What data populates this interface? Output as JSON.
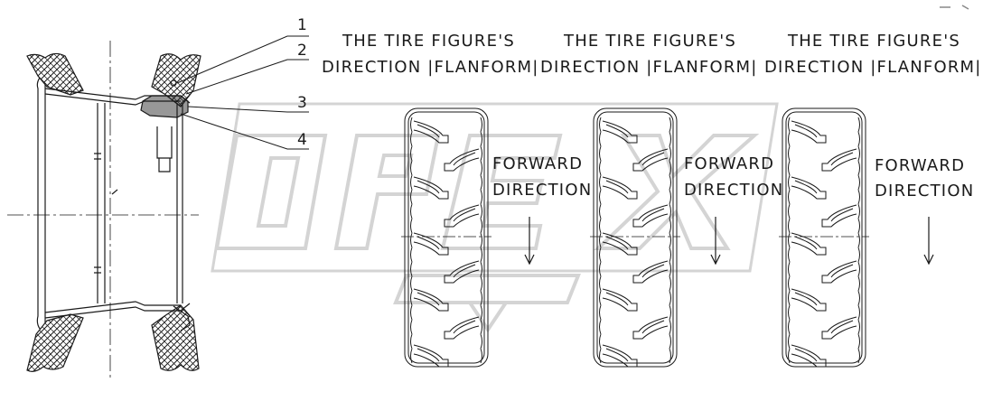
{
  "callouts": [
    "1",
    "2",
    "3",
    "4"
  ],
  "tires": [
    {
      "caption_line1": "THE TIRE FIGURE'S",
      "caption_line2": "DIRECTION |FLANFORM|",
      "forward_line1": "FORWARD",
      "forward_line2": "DIRECTION"
    },
    {
      "caption_line1": "THE TIRE FIGURE'S",
      "caption_line2": "DIRECTION |FLANFORM|",
      "forward_line1": "FORWARD",
      "forward_line2": "DIRECTION"
    },
    {
      "caption_line1": "THE TIRE FIGURE'S",
      "caption_line2": "DIRECTION |FLANFORM|",
      "forward_line1": "FORWARD",
      "forward_line2": "DIRECTION"
    }
  ],
  "watermark": {
    "text": "OPEX",
    "color": "#d9d9d9"
  },
  "colors": {
    "line": "#1a1a1a",
    "background": "#ffffff"
  }
}
